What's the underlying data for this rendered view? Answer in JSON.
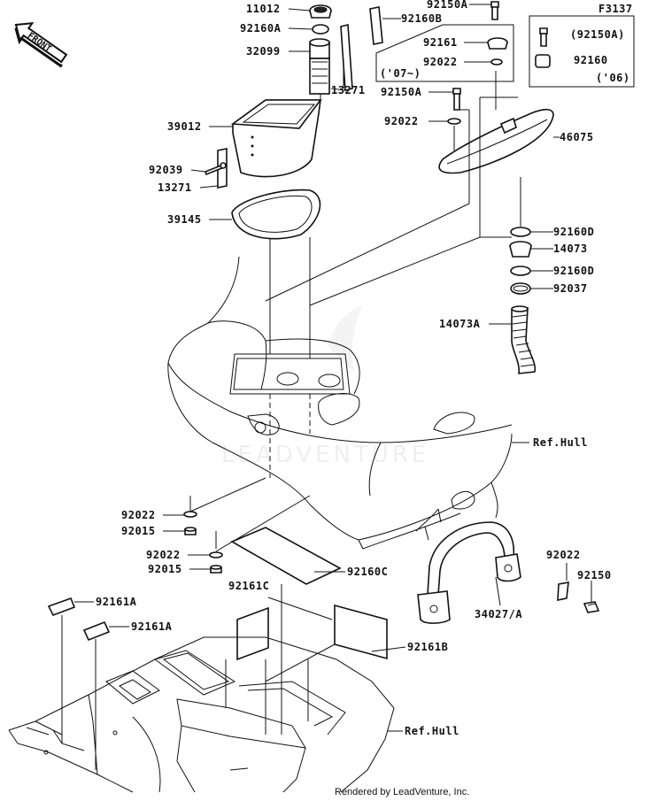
{
  "figure_code": "F3137",
  "front_arrow": "FRONT",
  "watermark": "LEADVENTURE",
  "credit": "Rendered by LeadVenture, Inc.",
  "labels": {
    "p11012": "11012",
    "p92160A": "92160A",
    "p32099": "32099",
    "p13271a": "13271",
    "p39012": "39012",
    "p92039": "92039",
    "p13271b": "13271",
    "p39145": "39145",
    "p92150A_top": "92150A",
    "p92160B": "92160B",
    "p92161": "92161",
    "p92022_07": "92022",
    "note07": "('07~)",
    "p92150A": "92150A",
    "p92022a": "92022",
    "p46075": "46075",
    "inset_92150A": "(92150A)",
    "inset_92160": "92160",
    "note06": "('06)",
    "p92160D_a": "92160D",
    "p14073": "14073",
    "p92160D_b": "92160D",
    "p92037": "92037",
    "p14073A": "14073A",
    "refhull1": "Ref.Hull",
    "p92022b": "92022",
    "p92015a": "92015",
    "p92022c": "92022",
    "p92015b": "92015",
    "p92160C": "92160C",
    "p92161C": "92161C",
    "p92161A_a": "92161A",
    "p92161A_b": "92161A",
    "p92161B": "92161B",
    "p92022d": "92022",
    "p92150": "92150",
    "p34027": "34027/A",
    "refhull2": "Ref.Hull"
  }
}
